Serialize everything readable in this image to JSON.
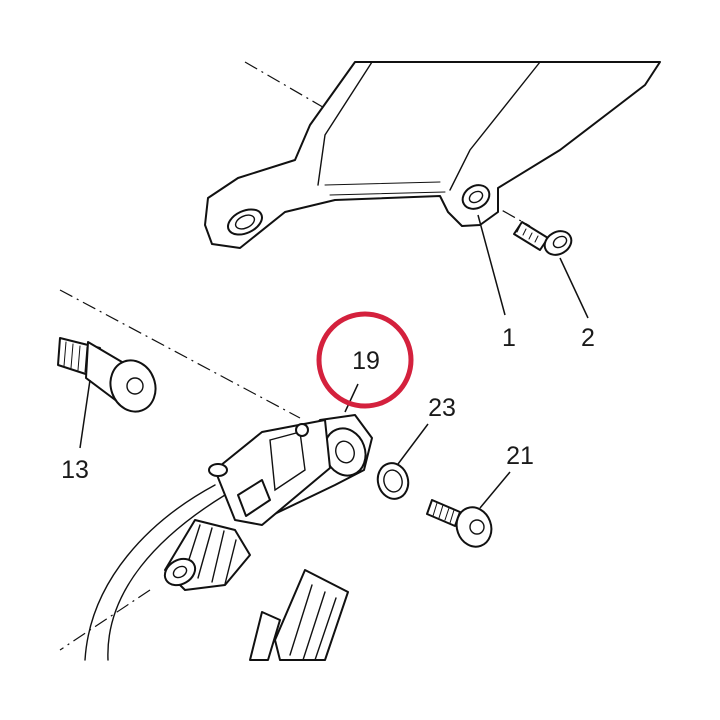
{
  "callouts": [
    {
      "id": "1",
      "text": "1"
    },
    {
      "id": "2",
      "text": "2"
    },
    {
      "id": "13",
      "text": "13"
    },
    {
      "id": "19",
      "text": "19"
    },
    {
      "id": "21",
      "text": "21"
    },
    {
      "id": "23",
      "text": "23"
    }
  ],
  "highlight": {
    "callout": "19",
    "color": "#d4213d"
  },
  "colors": {
    "line": "#111111",
    "background": "#ffffff"
  }
}
